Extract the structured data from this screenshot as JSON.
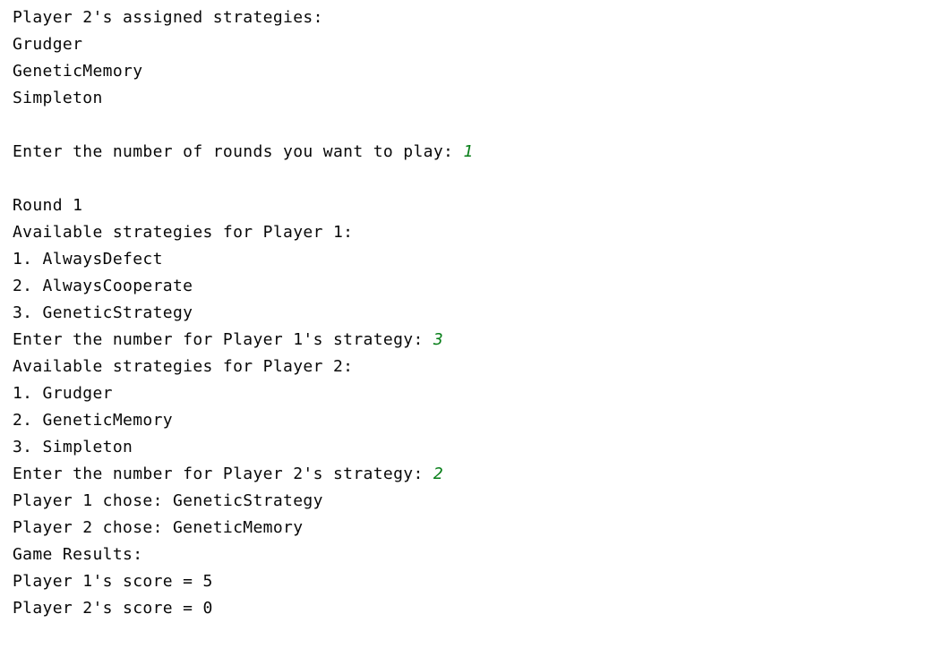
{
  "console": {
    "lines": [
      {
        "text": "Player 2's assigned strategies:"
      },
      {
        "text": "Grudger"
      },
      {
        "text": "GeneticMemory"
      },
      {
        "text": "Simpleton"
      },
      {
        "text": ""
      },
      {
        "text": "Enter the number of rounds you want to play: ",
        "input": "1"
      },
      {
        "text": ""
      },
      {
        "text": "Round 1"
      },
      {
        "text": "Available strategies for Player 1:"
      },
      {
        "text": "1. AlwaysDefect"
      },
      {
        "text": "2. AlwaysCooperate"
      },
      {
        "text": "3. GeneticStrategy"
      },
      {
        "text": "Enter the number for Player 1's strategy: ",
        "input": "3"
      },
      {
        "text": "Available strategies for Player 2:"
      },
      {
        "text": "1. Grudger"
      },
      {
        "text": "2. GeneticMemory"
      },
      {
        "text": "3. Simpleton"
      },
      {
        "text": "Enter the number for Player 2's strategy: ",
        "input": "2"
      },
      {
        "text": "Player 1 chose: GeneticStrategy"
      },
      {
        "text": "Player 2 chose: GeneticMemory"
      },
      {
        "text": "Game Results:"
      },
      {
        "text": "Player 1's score = 5"
      },
      {
        "text": "Player 2's score = 0"
      }
    ]
  },
  "colors": {
    "output_text": "#080808",
    "user_input": "#067d17",
    "background": "#ffffff"
  }
}
